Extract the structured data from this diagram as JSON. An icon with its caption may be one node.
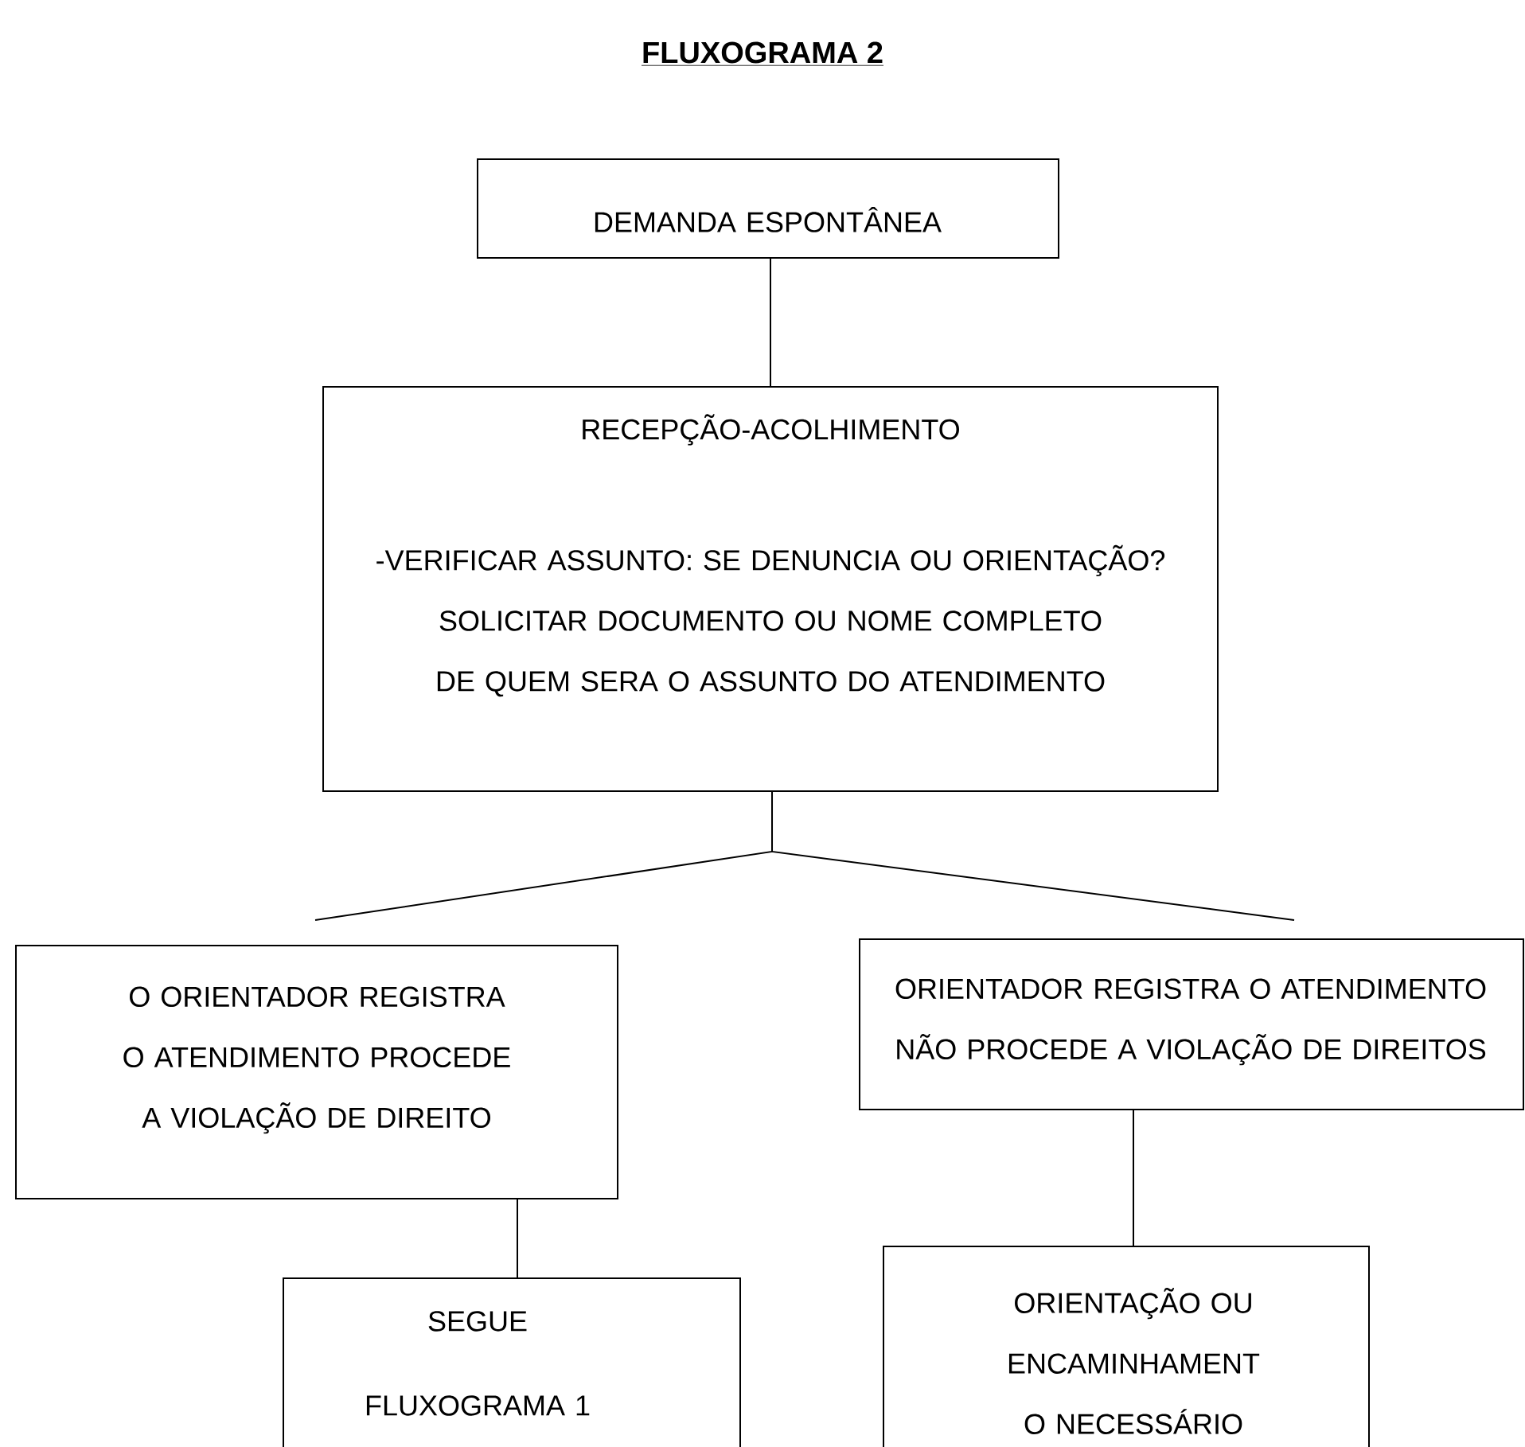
{
  "diagram": {
    "title": "FLUXOGRAMA 2",
    "nodes": [
      {
        "text": [
          "DEMANDA ESPONTÂNEA"
        ]
      },
      {
        "text": [
          "RECEPÇÃO-ACOLHIMENTO",
          "-VERIFICAR ASSUNTO: SE DENUNCIA OU ORIENTAÇÃO? SOLICITAR DOCUMENTO OU NOME COMPLETO DE QUEM SERA O ASSUNTO DO ATENDIMENTO"
        ]
      },
      {
        "text": [
          "O ORIENTADOR REGISTRA O ATENDIMENTO PROCEDE A VIOLAÇÃO DE DIREITO"
        ]
      },
      {
        "text": [
          "ORIENTADOR REGISTRA O ATENDIMENTO NÃO PROCEDE A VIOLAÇÃO DE DIREITOS"
        ]
      },
      {
        "text": [
          "SEGUE",
          "FLUXOGRAMA 1"
        ]
      },
      {
        "text": [
          "ORIENTAÇÃO OU ENCAMINHAMENT O NECESSÁRIO"
        ]
      }
    ],
    "edges": [
      {
        "from": 0,
        "to": 1,
        "arrow": "none"
      },
      {
        "from": 1,
        "to": 2,
        "arrow": "none"
      },
      {
        "from": 1,
        "to": 3,
        "arrow": "none"
      },
      {
        "from": 2,
        "to": 4,
        "arrow": "none"
      },
      {
        "from": 3,
        "to": 5,
        "arrow": "none"
      }
    ]
  }
}
